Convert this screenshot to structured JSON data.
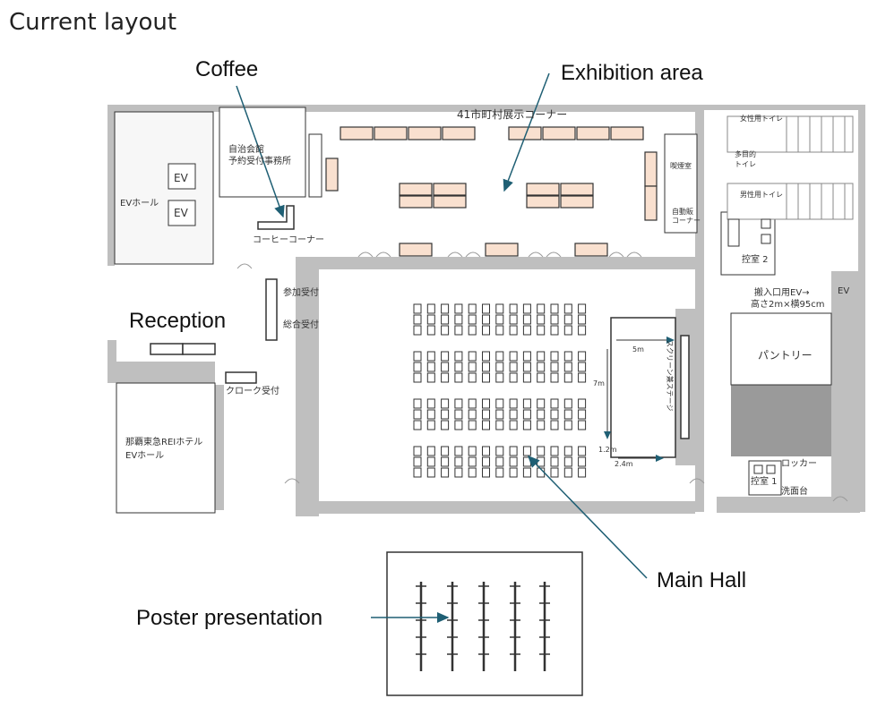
{
  "heading": "Current layout",
  "callouts": {
    "coffee": "Coffee",
    "exhibition": "Exhibition area",
    "reception": "Reception",
    "main_hall": "Main Hall",
    "poster": "Poster presentation"
  },
  "labels": {
    "exhibit_corner": "41市町村展示コーナー",
    "jichikaikan_line1": "自治会館",
    "jichikaikan_line2": "予約受付事務所",
    "ev1": "EV",
    "ev2": "EV",
    "ev_hall": "EVホール",
    "coffee_corner": "コーヒーコーナー",
    "sanka_uketsuke": "参加受付",
    "sougou_uketsuke": "総合受付",
    "cloak_uketsuke": "クローク受付",
    "naha_line1": "那覇東急REIホテル",
    "naha_line2": "EVホール",
    "womens_toilet": "女性用トイレ",
    "multi_toilet_1": "多目的",
    "multi_toilet_2": "トイレ",
    "mens_toilet": "男性用トイレ",
    "smoking_room": "喫煙室",
    "vending_1": "自動販",
    "vending_2": "コーナー",
    "waiting_room_2": "控室 2",
    "loading_ev": "搬入口用EV→",
    "loading_ev_size": "高さ2m×横95cm",
    "ev3": "EV",
    "pantry": "パントリー",
    "locker": "ロッカー",
    "waiting_room_1": "控室 1",
    "washroom": "洗面台",
    "dim_5m": "5m",
    "dim_7m": "7m",
    "dim_1_2m": "1.2m",
    "dim_2_4m": "2.4m",
    "screen": "スクリーン兼ステージ"
  },
  "colors": {
    "wall": "#bfbfbf",
    "wall_dark": "#9a9a9a",
    "table_fill": "#f9e0cf",
    "arrow": "#1f5f74",
    "line": "#333333"
  }
}
